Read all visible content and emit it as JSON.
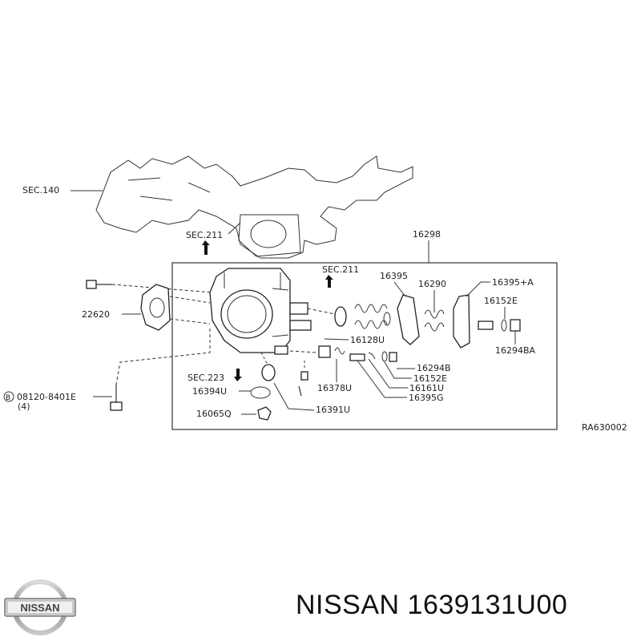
{
  "diagram": {
    "sections": {
      "sec140": "SEC.140",
      "sec211_top": "SEC.211",
      "sec211_right": "SEC.211",
      "sec223": "SEC.223"
    },
    "parts": {
      "p16298": "16298",
      "p22620": "22620",
      "p16395": "16395",
      "p16290": "16290",
      "p16395A": "16395+A",
      "p16152E_r": "16152E",
      "p16294BA": "16294BA",
      "p16128U": "16128U",
      "p16294B": "16294B",
      "p16152E": "16152E",
      "p16161U": "16161U",
      "p16395G": "16395G",
      "p16378U": "16378U",
      "p16394U": "16394U",
      "p16391U": "16391U",
      "p16065Q": "16065Q",
      "bolt_code": "08120-8401E",
      "bolt_qty": "(4)",
      "bolt_prefix": "B"
    },
    "reference": "RA630002"
  },
  "footer": {
    "brand_logo_text": "NISSAN",
    "caption": "NISSAN 1639131U00"
  }
}
